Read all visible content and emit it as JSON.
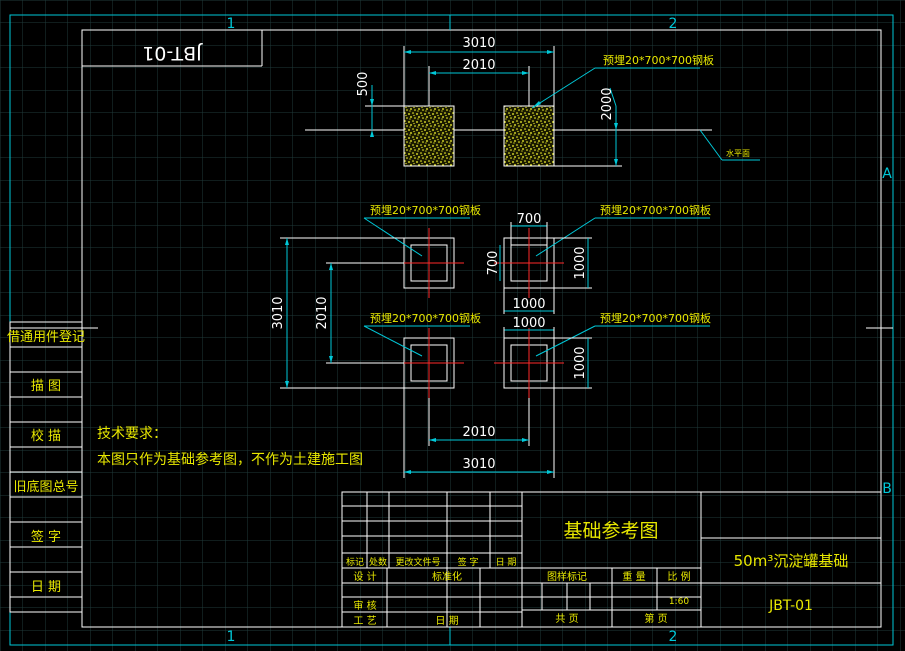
{
  "border": {
    "zone_top_1": "1",
    "zone_top_2": "2",
    "zone_bottom_1": "1",
    "zone_bottom_2": "2",
    "zone_right_a": "A",
    "zone_right_b": "B"
  },
  "mirrored_code": "JBT-01",
  "elevation": {
    "dim_top": "3010",
    "dim_mid": "2010",
    "dim_left": "500",
    "dim_right": "2000",
    "plate_label": "预埋20*700*700钢板",
    "ground_label": "水平面"
  },
  "plan": {
    "label_tl": "预埋20*700*700钢板",
    "label_tr": "预埋20*700*700钢板",
    "label_bl": "预埋20*700*700钢板",
    "label_br": "预埋20*700*700钢板",
    "dim_700_top": "700",
    "dim_700_left": "700",
    "dim_1000_right_top": "1000",
    "dim_1000_mid": "1000",
    "dim_1000_mid2": "1000",
    "dim_1000_right_bottom": "1000",
    "dim_left_outer": "3010",
    "dim_left_inner": "2010",
    "dim_bottom_inner": "2010",
    "dim_bottom_outer": "3010"
  },
  "notes": {
    "title": "技术要求：",
    "line1": "本图只作为基础参考图，不作为土建施工图"
  },
  "side_panel": [
    "借通用件登记",
    "描 图",
    "校 描",
    "旧底图总号",
    "签 字",
    "日 期"
  ],
  "title_block": {
    "drawing_name": "基础参考图",
    "product_name": "50m³沉淀罐基础",
    "drawing_code": "JBT-01",
    "rev_headers": [
      "标记",
      "处数",
      "更改文件号",
      "签 字",
      "日 期"
    ],
    "design_label": "设 计",
    "std_label": "标准化",
    "stage_label": "图样标记",
    "weight_label": "重 量",
    "scale_label": "比 例",
    "scale_value": "1:60",
    "review_label": "审 核",
    "process_label": "工 艺",
    "date_label": "日 期",
    "total_label": "共 页",
    "sheet_label": "第 页"
  }
}
